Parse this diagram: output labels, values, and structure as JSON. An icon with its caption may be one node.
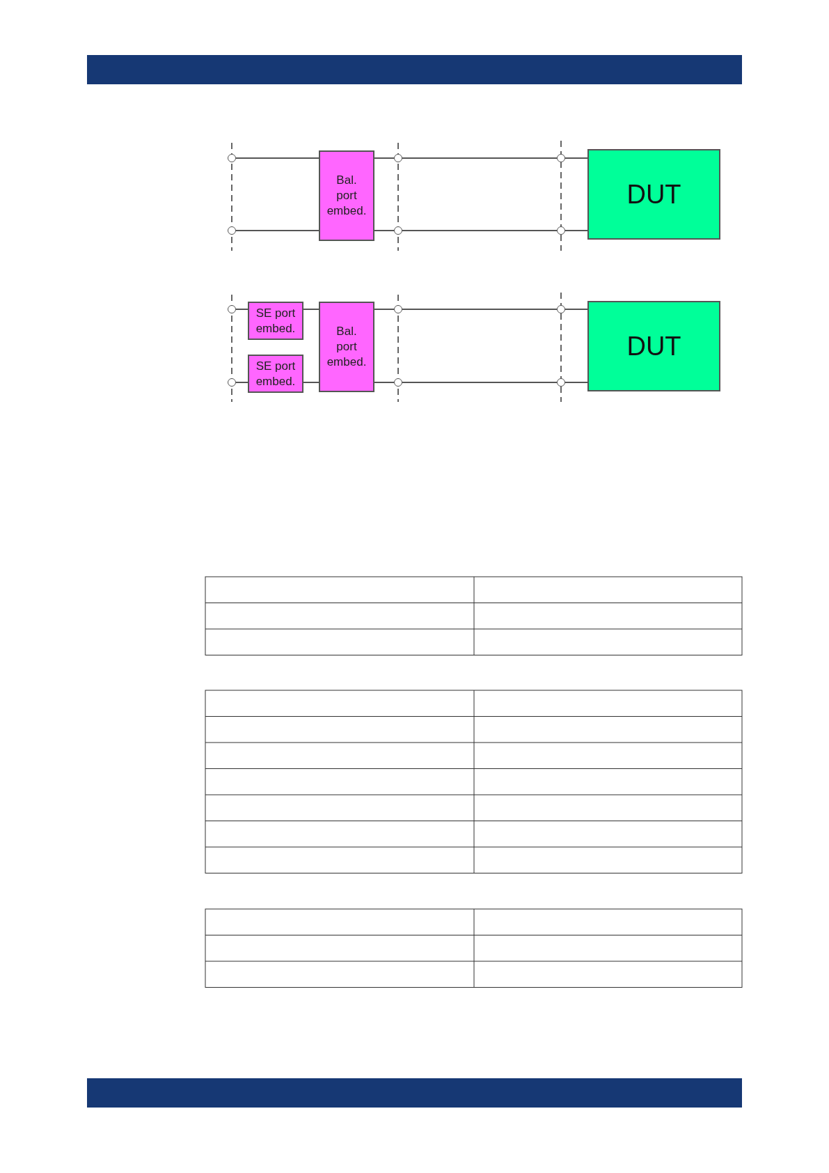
{
  "diagram": {
    "nodes": [
      {
        "text": [],
        "shape": "circle"
      },
      {
        "text": [
          "Bal. port embed."
        ]
      },
      {
        "text": [],
        "shape": "circle"
      },
      {
        "text": [],
        "shape": "circle"
      },
      {
        "text": [
          "DUT"
        ]
      },
      {
        "text": [],
        "shape": "circle"
      },
      {
        "text": [],
        "shape": "circle"
      },
      {
        "text": [],
        "shape": "circle"
      },
      {
        "text": [],
        "shape": "circle"
      },
      {
        "text": [
          "SE port embed."
        ]
      },
      {
        "text": [
          "Bal. port embed."
        ]
      },
      {
        "text": [],
        "shape": "circle"
      },
      {
        "text": [],
        "shape": "circle"
      },
      {
        "text": [
          "DUT"
        ]
      },
      {
        "text": [],
        "shape": "circle"
      },
      {
        "text": [
          "SE port embed."
        ]
      },
      {
        "text": [],
        "shape": "circle"
      },
      {
        "text": [],
        "shape": "circle"
      }
    ],
    "edges": [
      {
        "from": 0,
        "to": 1,
        "arrow": "none"
      },
      {
        "from": 1,
        "to": 2,
        "arrow": "none"
      },
      {
        "from": 2,
        "to": 3,
        "arrow": "none"
      },
      {
        "from": 3,
        "to": 4,
        "arrow": "none"
      },
      {
        "from": 5,
        "to": 1,
        "arrow": "none"
      },
      {
        "from": 1,
        "to": 6,
        "arrow": "none"
      },
      {
        "from": 6,
        "to": 7,
        "arrow": "none"
      },
      {
        "from": 7,
        "to": 4,
        "arrow": "none"
      },
      {
        "from": 8,
        "to": 9,
        "arrow": "none"
      },
      {
        "from": 9,
        "to": 10,
        "arrow": "none"
      },
      {
        "from": 10,
        "to": 11,
        "arrow": "none"
      },
      {
        "from": 11,
        "to": 12,
        "arrow": "none"
      },
      {
        "from": 12,
        "to": 13,
        "arrow": "none"
      },
      {
        "from": 14,
        "to": 15,
        "arrow": "none"
      },
      {
        "from": 15,
        "to": 10,
        "arrow": "none"
      },
      {
        "from": 10,
        "to": 16,
        "arrow": "none"
      },
      {
        "from": 16,
        "to": 17,
        "arrow": "none"
      },
      {
        "from": 17,
        "to": 13,
        "arrow": "none"
      }
    ]
  }
}
